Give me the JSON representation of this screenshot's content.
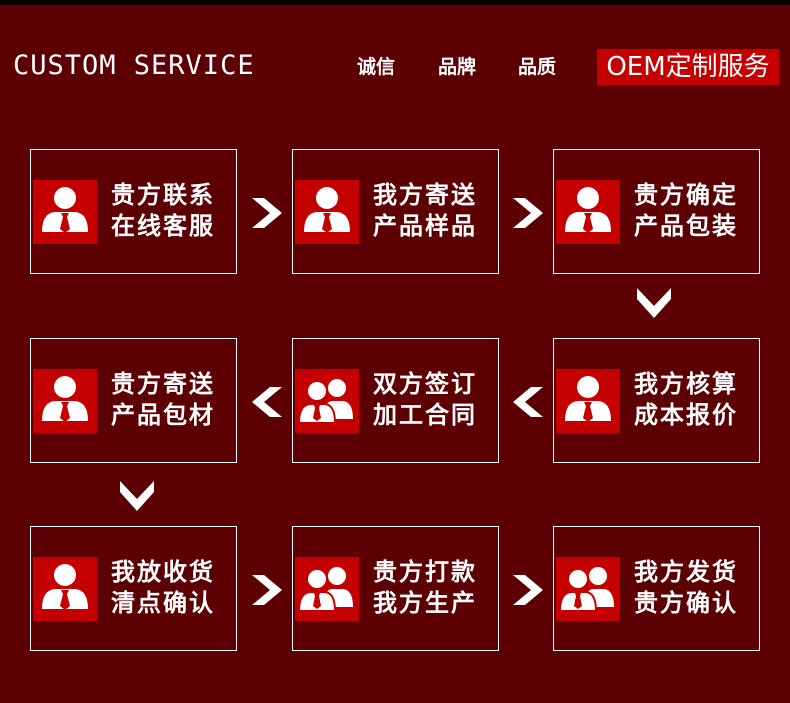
{
  "header": {
    "title": "CUSTOM SERVICE",
    "nav": [
      "诚信",
      "品牌",
      "品质"
    ],
    "active": "OEM定制服务"
  },
  "steps": [
    {
      "line1": "贵方联系",
      "line2": "在线客服",
      "icon": "single-person-icon"
    },
    {
      "line1": "我方寄送",
      "line2": "产品样品",
      "icon": "single-person-icon"
    },
    {
      "line1": "贵方确定",
      "line2": "产品包装",
      "icon": "single-person-icon"
    },
    {
      "line1": "我方核算",
      "line2": "成本报价",
      "icon": "single-person-icon"
    },
    {
      "line1": "双方签订",
      "line2": "加工合同",
      "icon": "two-persons-icon"
    },
    {
      "line1": "贵方寄送",
      "line2": "产品包材",
      "icon": "single-person-icon"
    },
    {
      "line1": "我放收货",
      "line2": "清点确认",
      "icon": "single-person-icon"
    },
    {
      "line1": "贵方打款",
      "line2": "我方生产",
      "icon": "two-persons-icon"
    },
    {
      "line1": "我方发货",
      "line2": "贵方确认",
      "icon": "two-persons-icon"
    }
  ],
  "colors": {
    "background": "#5c0004",
    "accent": "#c40000",
    "text": "#ffffff"
  }
}
